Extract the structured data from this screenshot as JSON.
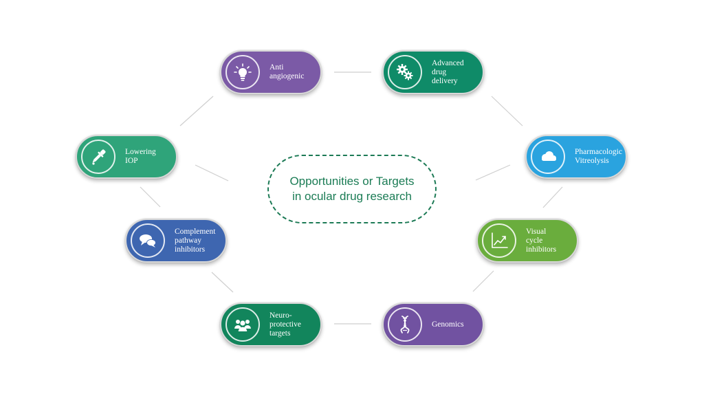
{
  "center": {
    "title": "Opportunities or Targets\nin ocular drug research"
  },
  "nodes": [
    {
      "id": "anti",
      "label": "Anti\nangiogenic",
      "icon": "lightbulb-icon",
      "color": "#7b5aa6"
    },
    {
      "id": "adv",
      "label": "Advanced\ndrug\ndelivery",
      "icon": "gears-icon",
      "color": "#0f8b68"
    },
    {
      "id": "lower",
      "label": "Lowering\nIOP",
      "icon": "dropper-icon",
      "color": "#2fa47a"
    },
    {
      "id": "pharm",
      "label": "Pharmacologic\nVitreolysis",
      "icon": "cloud-icon",
      "color": "#2aa3df"
    },
    {
      "id": "compl",
      "label": "Complement\npathway\ninhibitors",
      "icon": "speech-bubbles-icon",
      "color": "#3e66b0"
    },
    {
      "id": "visual",
      "label": "Visual\ncycle\ninhibitors",
      "icon": "line-chart-icon",
      "color": "#6aad3d"
    },
    {
      "id": "neuro",
      "label": "Neuro-\nprotective\ntargets",
      "icon": "people-group-icon",
      "color": "#12855c"
    },
    {
      "id": "genom",
      "label": "Genomics",
      "icon": "dna-icon",
      "color": "#7152a1"
    }
  ]
}
